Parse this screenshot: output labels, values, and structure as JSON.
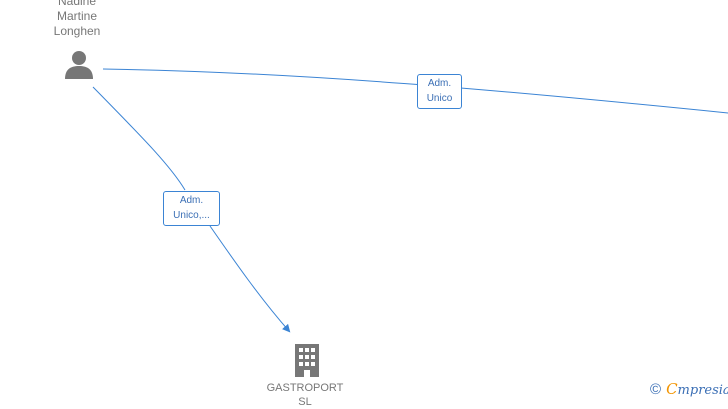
{
  "person": {
    "name_lines": [
      "Nadine",
      "Martine",
      "Longhen"
    ],
    "icon": "person-icon"
  },
  "relations": [
    {
      "id": "top",
      "label_lines": [
        "Adm.",
        "Unico"
      ]
    },
    {
      "id": "left",
      "label_lines": [
        "Adm.",
        "Unico,..."
      ]
    }
  ],
  "company": {
    "name_lines": [
      "GASTROPORT",
      "SL"
    ],
    "icon": "building-icon"
  },
  "brand": {
    "copyright": "©",
    "first_letter": "C",
    "rest": "mpresia"
  },
  "colors": {
    "edge": "#3b84d4",
    "label_text": "#3b6fb5",
    "node_icon": "#777777",
    "node_text": "#777777",
    "brand_accent": "#f29400"
  }
}
